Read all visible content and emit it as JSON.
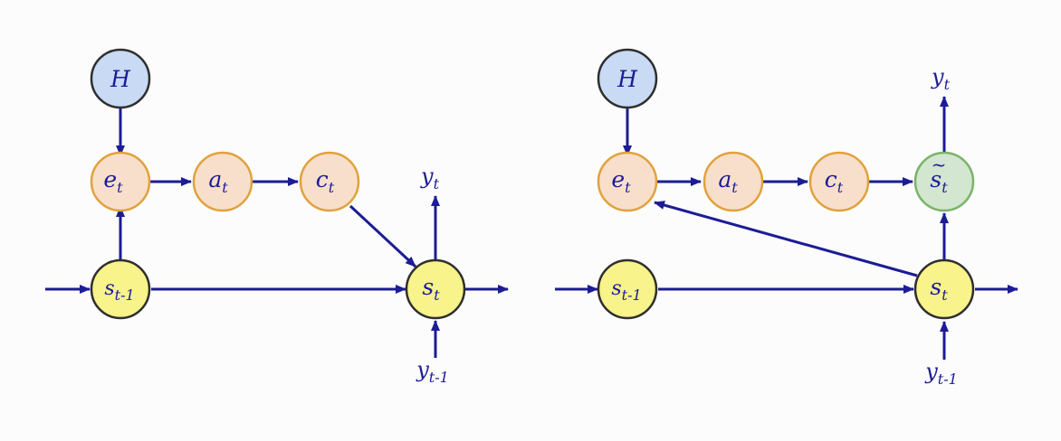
{
  "left_diagram": {
    "nodes": {
      "H": {
        "label": "H"
      },
      "e": {
        "base": "e",
        "sub": "t"
      },
      "a": {
        "base": "a",
        "sub": "t"
      },
      "c": {
        "base": "c",
        "sub": "t"
      },
      "s_prev": {
        "base": "s",
        "sub": "t-1"
      },
      "s": {
        "base": "s",
        "sub": "t"
      }
    },
    "labels": {
      "y_out": {
        "base": "y",
        "sub": "t"
      },
      "y_in": {
        "base": "y",
        "sub": "t-1"
      }
    }
  },
  "right_diagram": {
    "nodes": {
      "H": {
        "label": "H"
      },
      "e": {
        "base": "e",
        "sub": "t"
      },
      "a": {
        "base": "a",
        "sub": "t"
      },
      "c": {
        "base": "c",
        "sub": "t"
      },
      "s_tilde": {
        "base": "s",
        "sub": "t",
        "accent": "~"
      },
      "s_prev": {
        "base": "s",
        "sub": "t-1"
      },
      "s": {
        "base": "s",
        "sub": "t"
      }
    },
    "labels": {
      "y_out": {
        "base": "y",
        "sub": "t"
      },
      "y_in": {
        "base": "y",
        "sub": "t-1"
      }
    }
  },
  "colors": {
    "arrow": "#1c1c96",
    "text": "#1c1c96",
    "H_fill": "#c8daf4",
    "H_stroke": "#2f2f2f",
    "attn_fill": "#f8dfcb",
    "attn_stroke": "#e0a23d",
    "state_fill": "#f8f38a",
    "state_stroke": "#2f2f2f",
    "tilde_fill": "#d3e6cf",
    "tilde_stroke": "#7ab36a"
  }
}
